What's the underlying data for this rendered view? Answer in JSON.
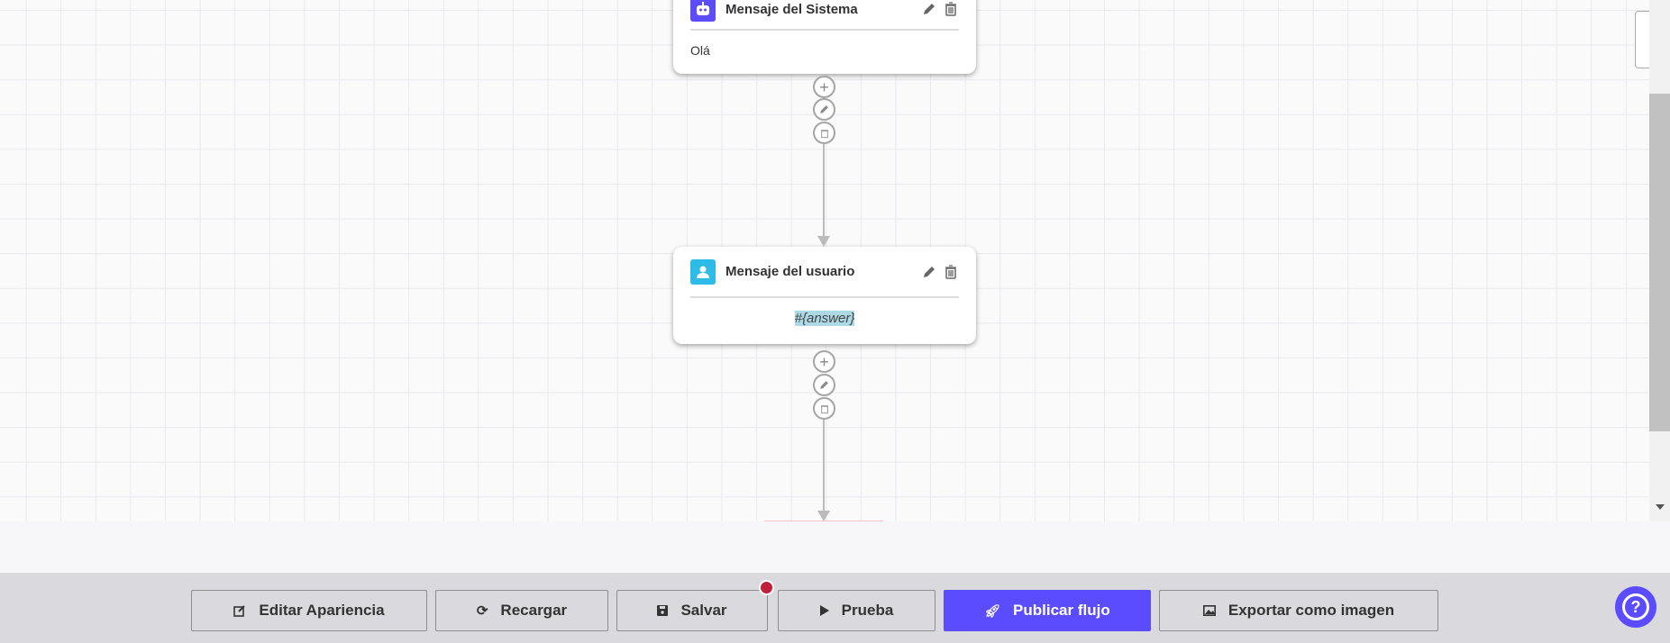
{
  "nodes": [
    {
      "type": "system",
      "title": "Mensaje del Sistema",
      "icon": "robot-icon",
      "color": "#5b4cff",
      "content": "Olá"
    },
    {
      "type": "user",
      "title": "Mensaje del usuario",
      "icon": "user-icon",
      "color": "#2dbbe8",
      "content": "#{answer}"
    }
  ],
  "toolbar": {
    "edit_appearance": "Editar Apariencia",
    "reload": "Recargar",
    "save": "Salvar",
    "test": "Prueba",
    "publish": "Publicar flujo",
    "export": "Exportar como imagen"
  },
  "colors": {
    "accent": "#5b4cff",
    "unsaved_dot": "#c0203a",
    "variable_highlight": "#add8e6"
  }
}
